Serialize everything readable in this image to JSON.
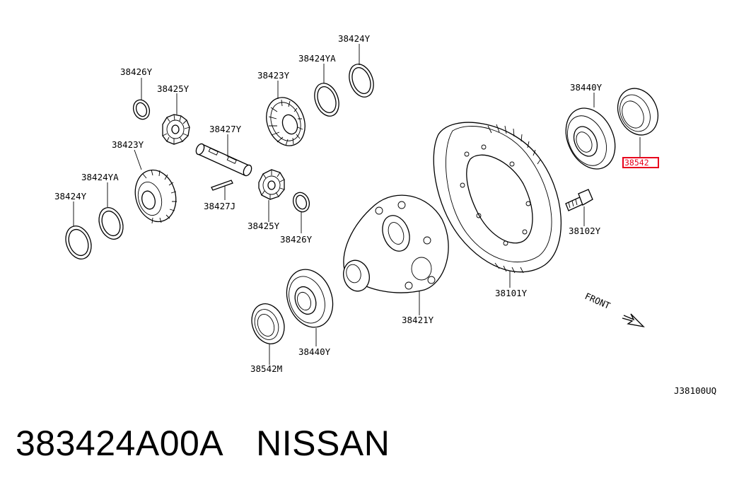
{
  "diagram": {
    "labels": {
      "p38424Y_top": "38424Y",
      "p38424YA_top": "38424YA",
      "p38423Y_top": "38423Y",
      "p38426Y_left": "38426Y",
      "p38425Y_left": "38425Y",
      "p38427Y": "38427Y",
      "p38423Y_left": "38423Y",
      "p38424YA_left": "38424YA",
      "p38424Y_left": "38424Y",
      "p38427J": "38427J",
      "p38425Y_mid": "38425Y",
      "p38426Y_mid": "38426Y",
      "p38440Y_right": "38440Y",
      "p38542_highlight": "38542",
      "p38102Y": "38102Y",
      "p38101Y": "38101Y",
      "p38421Y": "38421Y",
      "p38440Y_bottom": "38440Y",
      "p38542M": "38542M",
      "front": "FRONT",
      "ref_code": "J38100UQ"
    },
    "highlight_color": "#e8001c"
  },
  "caption": {
    "part_number": "383424A00A",
    "brand": "NISSAN"
  }
}
